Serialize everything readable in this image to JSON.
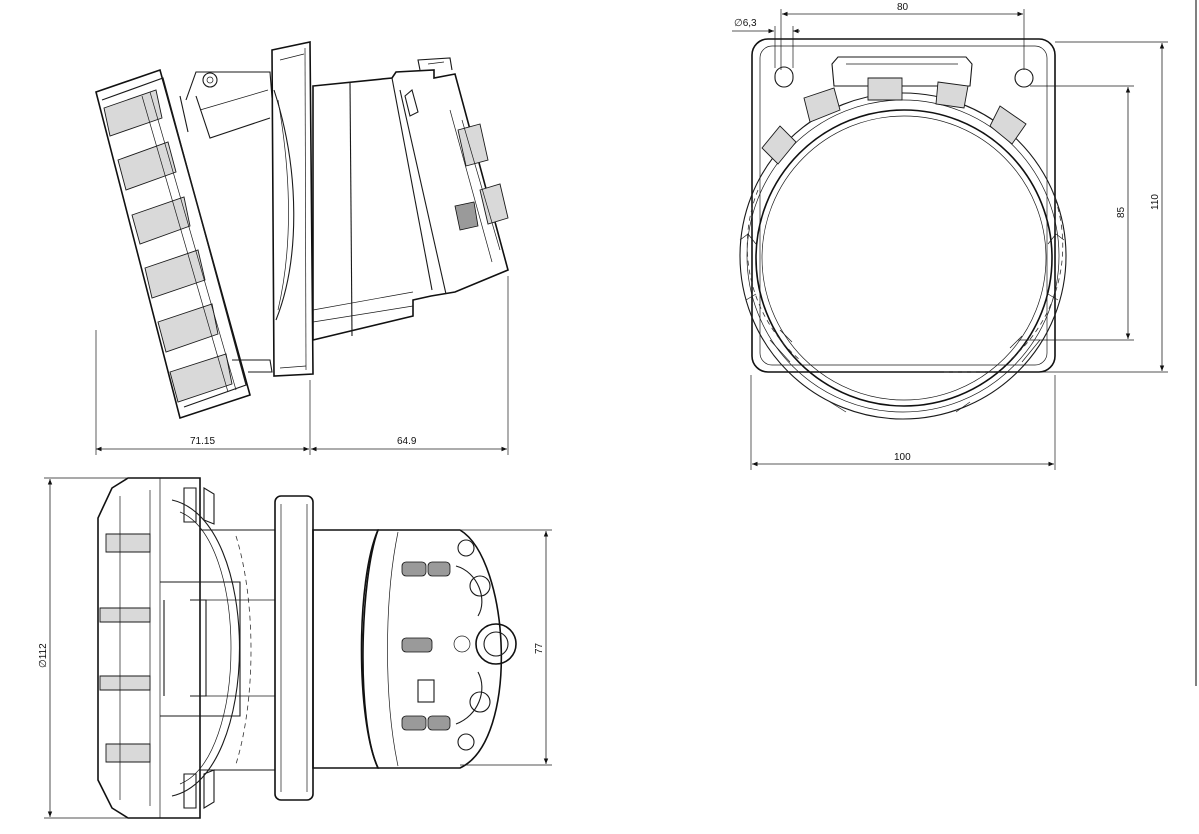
{
  "dimensions": {
    "side_left_depth": "71.15",
    "side_right_depth": "64.9",
    "hole_diameter": "∅6,3",
    "hole_spacing": "80",
    "width": "100",
    "inner_height": "85",
    "outer_height": "110",
    "bottom_diameter": "∅112",
    "body_height": "77"
  },
  "views": [
    "side-view",
    "front-view",
    "bottom-view"
  ]
}
